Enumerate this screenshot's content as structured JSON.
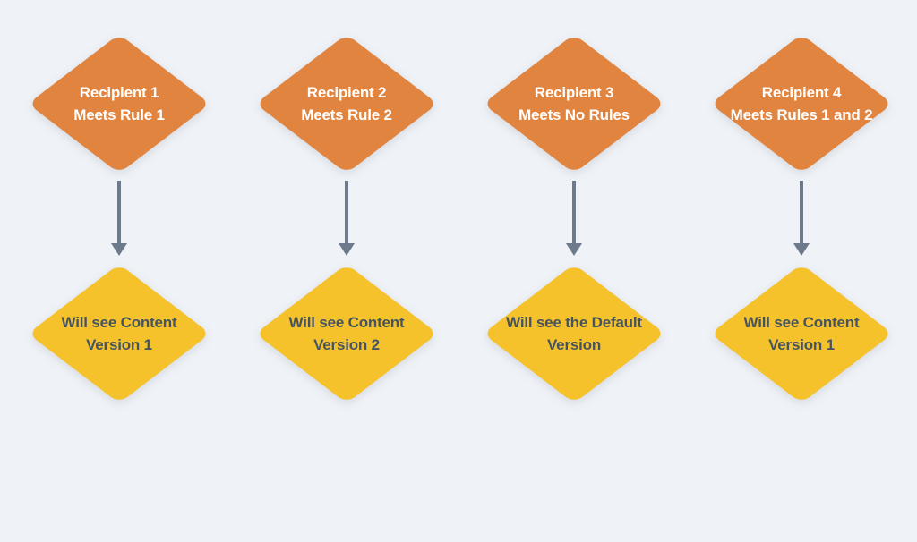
{
  "diagram": {
    "type": "flowchart",
    "columns": [
      {
        "condition_lines": [
          "Recipient 1",
          "Meets Rule 1"
        ],
        "result_lines": [
          "Will see Content",
          "Version 1"
        ]
      },
      {
        "condition_lines": [
          "Recipient 2",
          "Meets Rule 2"
        ],
        "result_lines": [
          "Will see Content",
          "Version 2"
        ]
      },
      {
        "condition_lines": [
          "Recipient 3",
          "Meets No Rules"
        ],
        "result_lines": [
          "Will see the Default",
          "Version"
        ]
      },
      {
        "condition_lines": [
          "Recipient 4",
          "Meets Rules 1 and 2"
        ],
        "result_lines": [
          "Will see Content",
          "Version 1"
        ]
      }
    ],
    "connector": "down-arrow",
    "colors": {
      "background": "#EFF2F6",
      "condition_fill": "#E08440",
      "condition_text": "#FFFFFF",
      "result_fill": "#F5C22B",
      "result_text": "#47545F",
      "arrow": "#6C7A8B"
    }
  }
}
